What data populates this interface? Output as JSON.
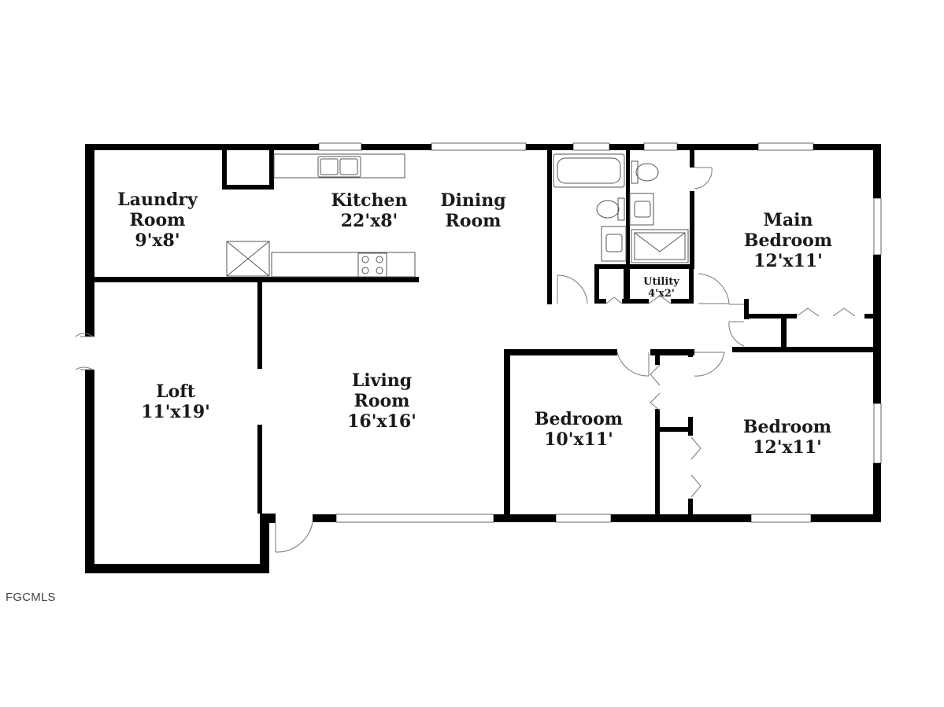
{
  "rooms": {
    "laundry": {
      "name_line1": "Laundry",
      "name_line2": "Room",
      "dims": "9'x8'"
    },
    "kitchen": {
      "name": "Kitchen",
      "dims": "22'x8'"
    },
    "dining": {
      "name_line1": "Dining",
      "name_line2": "Room"
    },
    "main_bedroom": {
      "name_line1": "Main",
      "name_line2": "Bedroom",
      "dims": "12'x11'"
    },
    "utility": {
      "name": "Utility",
      "dims": "4'x2'"
    },
    "loft": {
      "name": "Loft",
      "dims": "11'x19'"
    },
    "living": {
      "name_line1": "Living",
      "name_line2": "Room",
      "dims": "16'x16'"
    },
    "bedroom_2": {
      "name": "Bedroom",
      "dims": "10'x11'"
    },
    "bedroom_3": {
      "name": "Bedroom",
      "dims": "12'x11'"
    }
  },
  "watermark": "FGCMLS"
}
